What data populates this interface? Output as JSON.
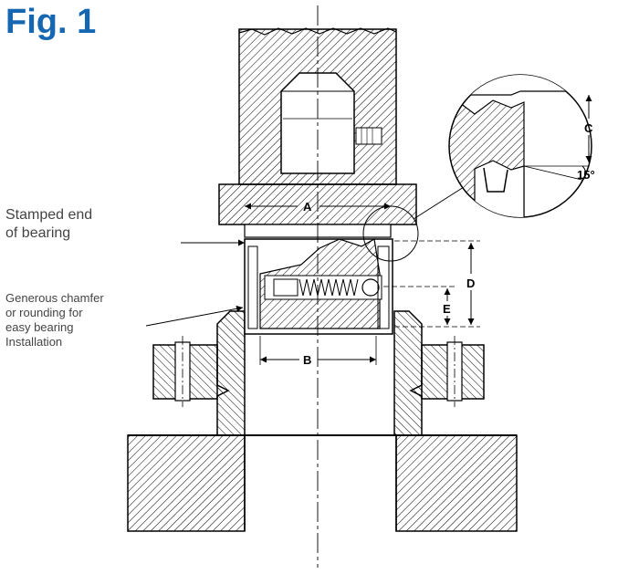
{
  "figure": {
    "title": "Fig. 1"
  },
  "notes": {
    "stamped_line1": "Stamped end",
    "stamped_line2": "of bearing",
    "chamfer_line1": "Generous chamfer",
    "chamfer_line2": "or rounding for",
    "chamfer_line3": "easy bearing",
    "chamfer_line4": "Installation"
  },
  "dimensions": {
    "a": "A",
    "b": "B",
    "c": "C",
    "d": "D",
    "e": "E",
    "angle": "15°"
  },
  "colors": {
    "title": "#1467b0",
    "note_text": "#444444",
    "line": "#000000"
  }
}
